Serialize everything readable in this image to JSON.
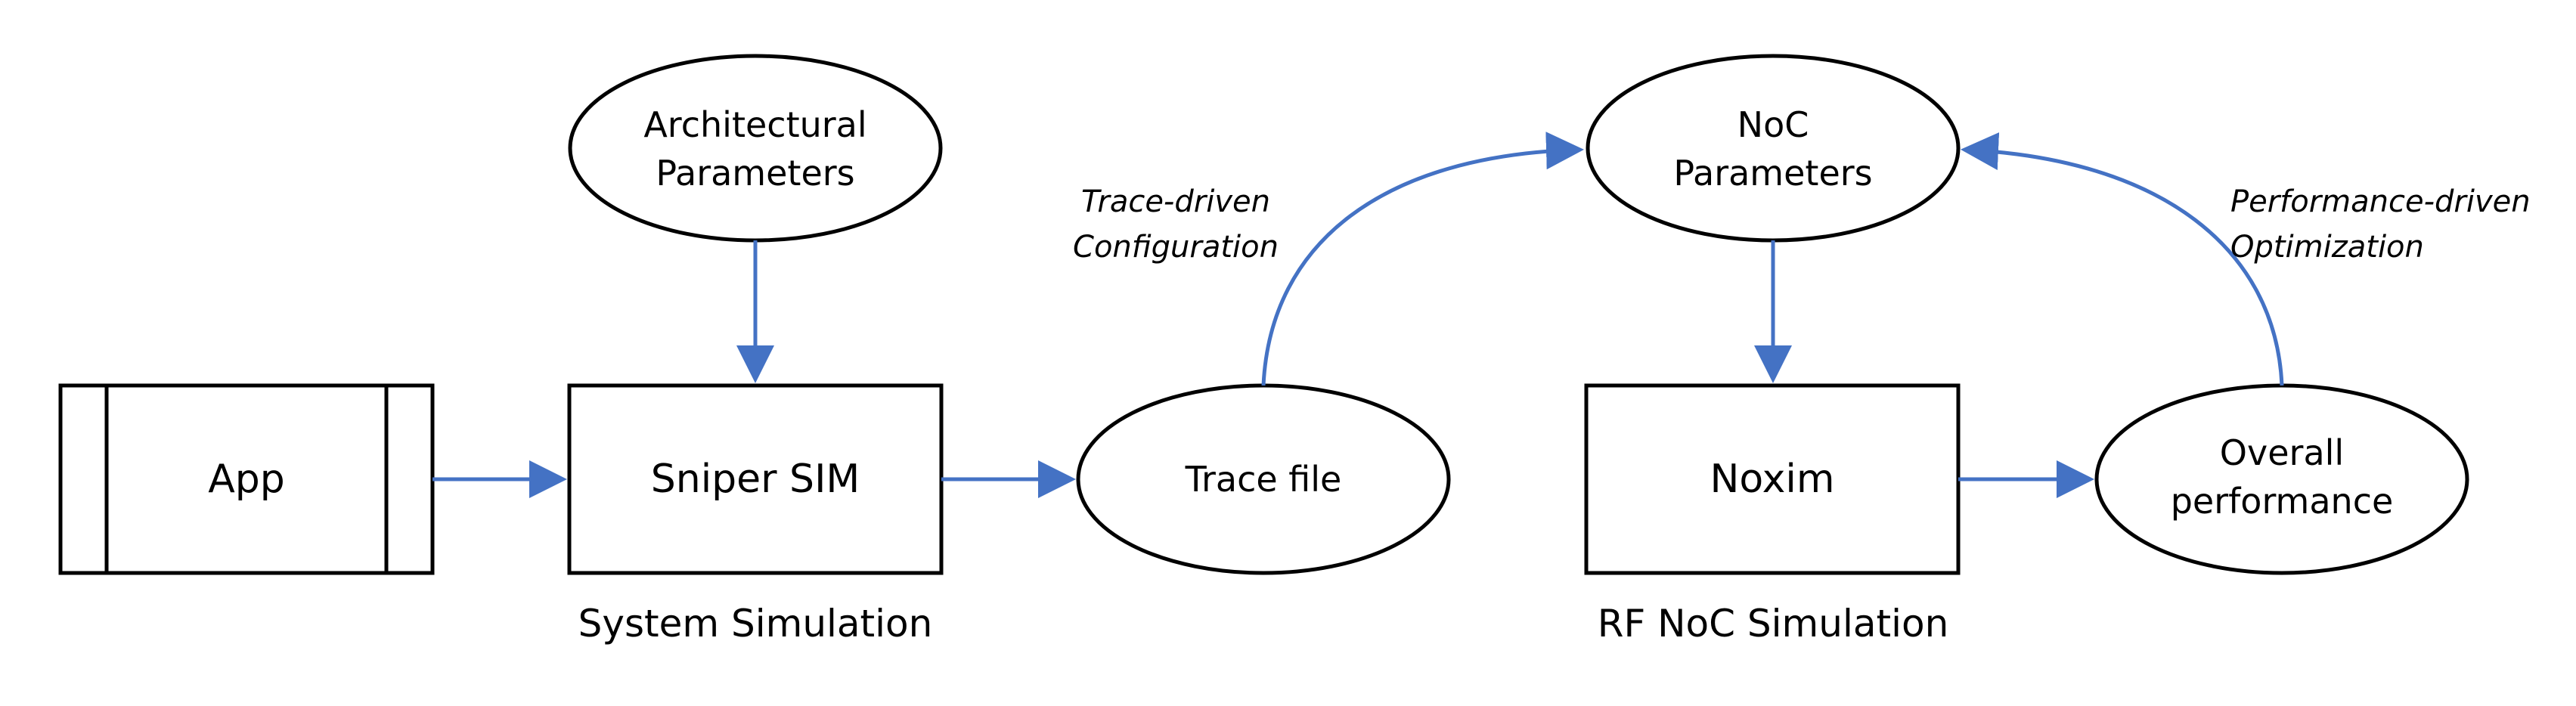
{
  "nodes": {
    "app": "App",
    "sniper": "Sniper SIM",
    "arch_params": [
      "Architectural",
      "Parameters"
    ],
    "trace_file": "Trace file",
    "noc_params": [
      "NoC",
      "Parameters"
    ],
    "noxim": "Noxim",
    "overall_perf": [
      "Overall",
      "performance"
    ]
  },
  "captions": {
    "system_sim": "System Simulation",
    "rf_noc_sim": "RF NoC Simulation"
  },
  "annotations": {
    "trace_driven": [
      "Trace-driven",
      "Configuration"
    ],
    "perf_driven": [
      "Performance-driven",
      "Optimization"
    ]
  },
  "colors": {
    "arrow": "#4472C4",
    "outline": "#000000"
  }
}
